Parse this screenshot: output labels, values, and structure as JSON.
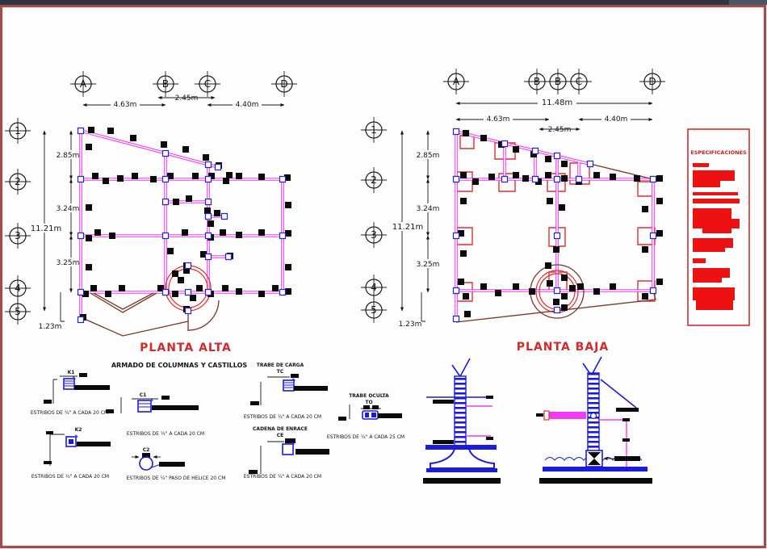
{
  "spec": {
    "title": "ESPECIFICACIONES"
  },
  "plans": {
    "alta": {
      "title": "PLANTA ALTA",
      "cols": [
        "A",
        "B",
        "C",
        "D"
      ],
      "rows": [
        "1",
        "2",
        "3",
        "4",
        "5"
      ],
      "dim_463": "4.63m",
      "dim_245": "2.45m",
      "dim_440": "4.40m",
      "dim_285": "2.85m",
      "dim_324": "3.24m",
      "dim_1121": "11.21m",
      "dim_325": "3.25m",
      "dim_123": "1.23m"
    },
    "baja": {
      "title": "PLANTA BAJA",
      "cols": [
        "A",
        "B",
        "B",
        "C",
        "D"
      ],
      "rows": [
        "1",
        "2",
        "3",
        "4",
        "5"
      ],
      "dim_1148": "11.48m",
      "dim_463": "4.63m",
      "dim_245": "2.45m",
      "dim_440": "4.40m",
      "dim_285": "2.85m",
      "dim_324": "3.24m",
      "dim_1121": "11.21m",
      "dim_325": "3.25m",
      "dim_123": "1.23m"
    }
  },
  "details": {
    "heading": "ARMADO DE COLUMNAS Y CASTILLOS",
    "k1": {
      "label": "K1",
      "caption": "ESTRIBOS DE ¼\" A CADA 20 CM"
    },
    "k2": {
      "label": "K2",
      "caption": "ESTRIBOS DE ¼\" A CADA 20 CM"
    },
    "c1": {
      "label": "C1",
      "caption": "ESTRIBOS DE ¼\" A CADA 20 CM"
    },
    "c2": {
      "label": "C2",
      "caption": "ESTRIBOS DE ¼\" PASO DE HELICE 20 CM"
    },
    "tc": {
      "label": "TRABE DE CARGA",
      "sub": "TC",
      "caption": "ESTRIBOS DE ¼\" A CADA 20 CM"
    },
    "ce": {
      "label": "CADENA DE ENRACE",
      "sub": "CE",
      "caption": "ESTRIBOS DE ¼\" A CADA 20 CM"
    },
    "to": {
      "label": "TRABE OCULTA",
      "sub": "TO",
      "caption": "ESTRIBOS DE ¼\" A CADA 25 CM"
    }
  },
  "colors": {
    "wall_magenta": "#f23cf2",
    "detail_blue": "#1a1ae0",
    "spec_red": "#ee1111",
    "title_red": "#d42a2a",
    "footing_red": "#e03030",
    "terrain_brown": "#7c3526",
    "chrome_bar": "#2c3540",
    "frame_maroon": "#a84a4a"
  }
}
